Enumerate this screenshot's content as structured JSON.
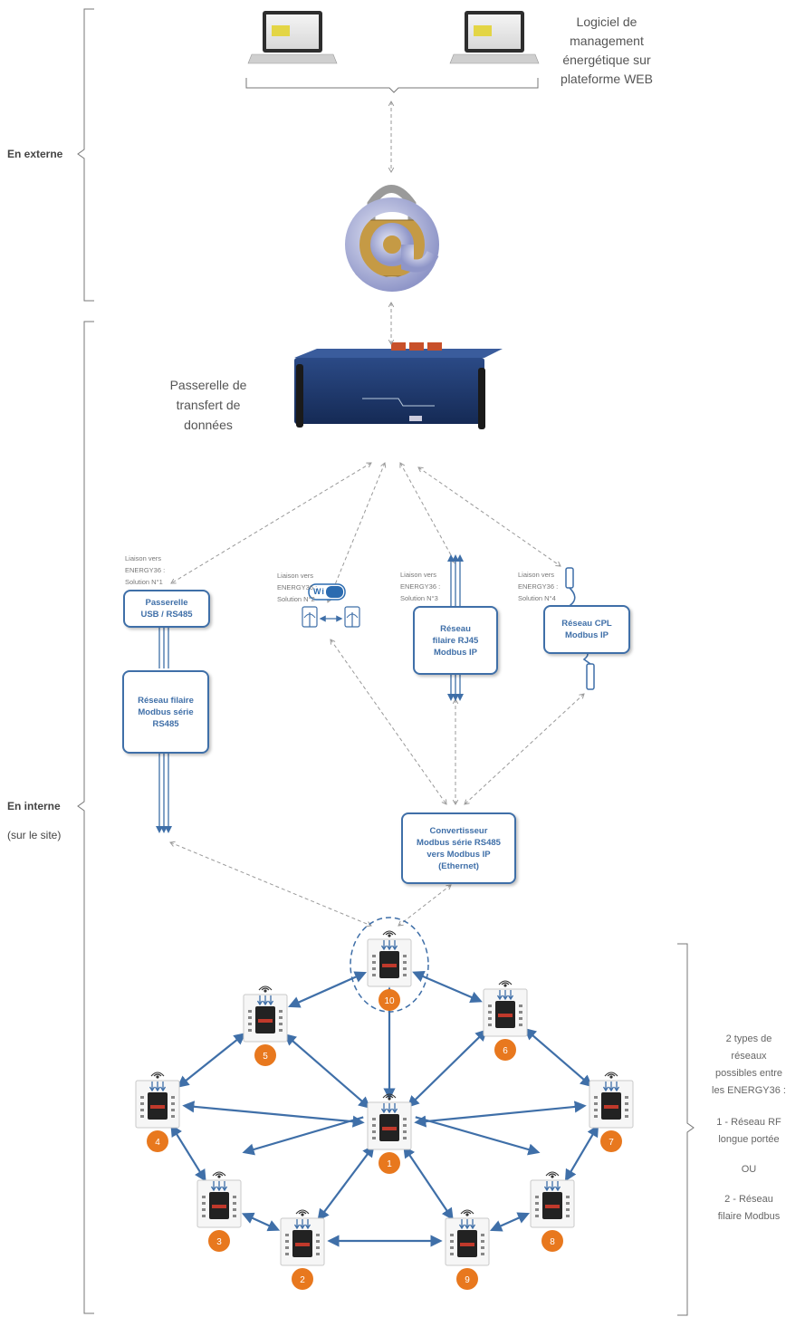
{
  "sections": {
    "external": "En externe",
    "internal": "En interne",
    "internal_sub": "(sur le site)"
  },
  "software": {
    "line1": "Logiciel de",
    "line2": "management",
    "line3": "énergétique sur",
    "line4": "plateforme WEB"
  },
  "gateway": {
    "line1": "Passerelle de",
    "line2": "transfert de",
    "line3": "données"
  },
  "solutions": [
    {
      "line1": "Liaison vers",
      "line2": "ENERGY36 :",
      "line3": "Solution N°1"
    },
    {
      "line1": "Liaison vers",
      "line2": "ENERGY36 :",
      "line3": "Solution N°2"
    },
    {
      "line1": "Liaison vers",
      "line2": "ENERGY36 :",
      "line3": "Solution N°3"
    },
    {
      "line1": "Liaison vers",
      "line2": "ENERGY36 :",
      "line3": "Solution N°4"
    }
  ],
  "boxes": {
    "usb": {
      "line1": "Passerelle",
      "line2": "USB / RS485"
    },
    "rs485": {
      "line1": "Réseau filaire",
      "line2": "Modbus série",
      "line3": "RS485"
    },
    "rj45": {
      "line1": "Réseau",
      "line2": "filaire RJ45",
      "line3": "Modbus IP"
    },
    "cpl": {
      "line1": "Réseau CPL",
      "line2": "Modbus IP"
    },
    "converter": {
      "line1": "Convertisseur",
      "line2": "Modbus série RS485",
      "line3": "vers Modbus IP",
      "line4": "(Ethernet)"
    }
  },
  "wifi_logo": "Wi Fi",
  "networks": {
    "line1": "2 types de",
    "line2": "réseaux",
    "line3": "possibles entre",
    "line4": "les ENERGY36 :",
    "rf1": "1 - Réseau RF",
    "rf2": "longue portée",
    "or": "OU",
    "wired1": "2 - Réseau",
    "wired2": "filaire Modbus"
  },
  "nodes": [
    "1",
    "2",
    "3",
    "4",
    "5",
    "6",
    "7",
    "8",
    "9",
    "10"
  ],
  "colors": {
    "accent_blue": "#3f6fa8",
    "arrow_grey": "#999999",
    "badge_orange": "#e8781e",
    "bracket": "#777777"
  }
}
